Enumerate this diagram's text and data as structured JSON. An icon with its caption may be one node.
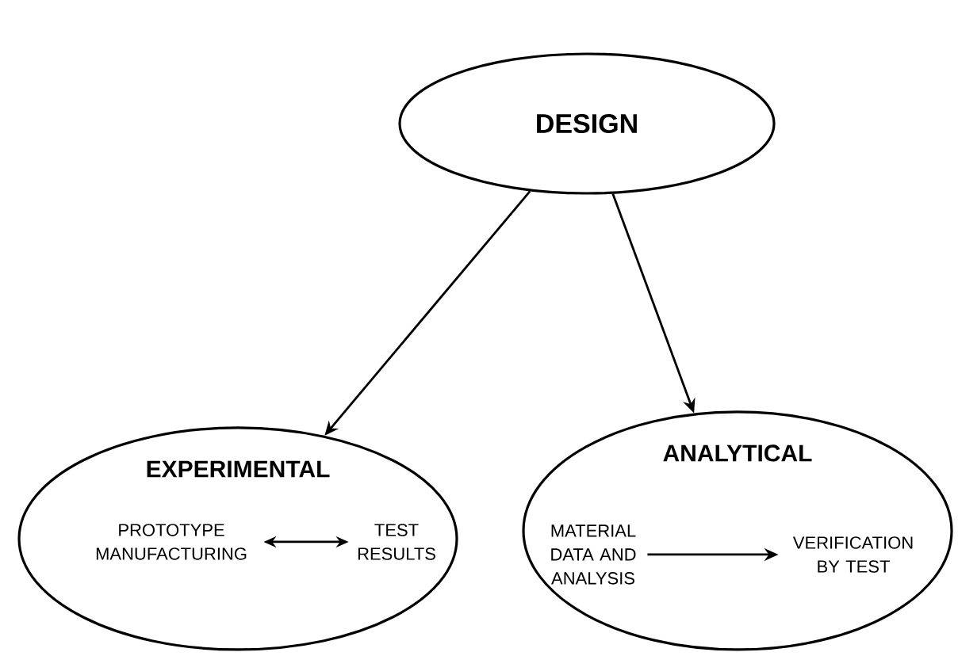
{
  "diagram": {
    "nodes": [
      {
        "text": [
          "DESIGN"
        ]
      },
      {
        "text": [
          "EXPERIMENTAL"
        ]
      },
      {
        "text": [
          "PROTOTYPE MANUFACTURING"
        ],
        "in": 1
      },
      {
        "text": [
          "TEST RESULTS"
        ],
        "in": 1
      },
      {
        "text": [
          "ANALYTICAL"
        ]
      },
      {
        "text": [
          "MATERIAL DATA AND ANALYSIS"
        ],
        "in": 4
      },
      {
        "text": [
          "VERIFICATION BY TEST"
        ],
        "in": 4
      }
    ],
    "edges": [
      {
        "from": 0,
        "to": 1,
        "arrow": "to"
      },
      {
        "from": 0,
        "to": 4,
        "arrow": "to"
      },
      {
        "from": 2,
        "to": 3,
        "arrow": "both"
      },
      {
        "from": 5,
        "to": 6,
        "arrow": "to"
      }
    ]
  }
}
